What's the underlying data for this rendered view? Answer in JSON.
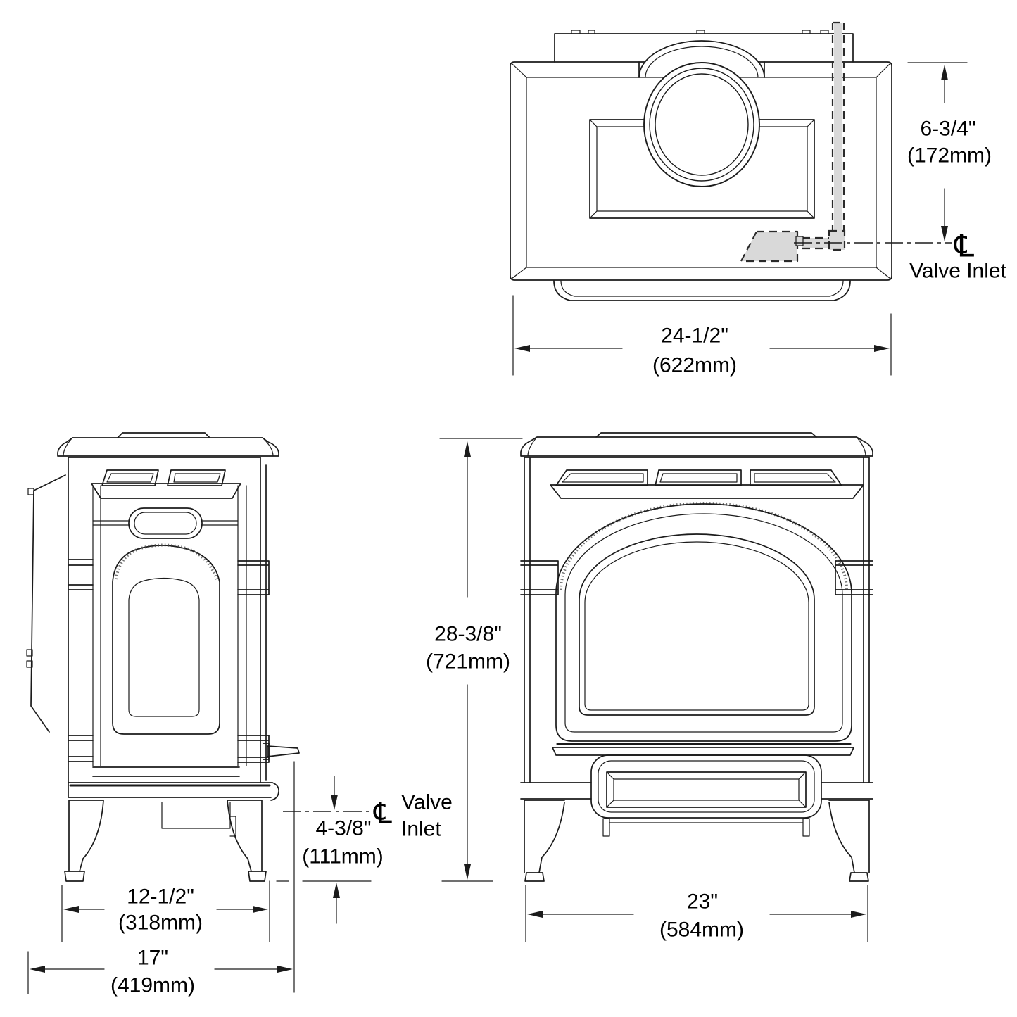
{
  "annotations": {
    "top_view": {
      "height_in": "6-3/4\"",
      "height_mm": "(172mm)",
      "width_in": "24-1/2\"",
      "width_mm": "(622mm)",
      "valve_inlet": "Valve Inlet",
      "centerline_symbol": "℄"
    },
    "side_view": {
      "valve_word": "Valve",
      "inlet_word": "Inlet",
      "centerline_symbol": "℄",
      "valve_height_in": "4-3/8\"",
      "valve_height_mm": "(111mm)",
      "leg_span_in": "12-1/2\"",
      "leg_span_mm": "(318mm)",
      "depth_in": "17\"",
      "depth_mm": "(419mm)"
    },
    "front_view": {
      "height_in": "28-3/8\"",
      "height_mm": "(721mm)",
      "width_in": "23\"",
      "width_mm": "(584mm)"
    },
    "colors": {
      "line": "#1b1b1b",
      "pipe_fill": "#d9d9d9",
      "text": "#000000",
      "background": "#ffffff"
    }
  }
}
